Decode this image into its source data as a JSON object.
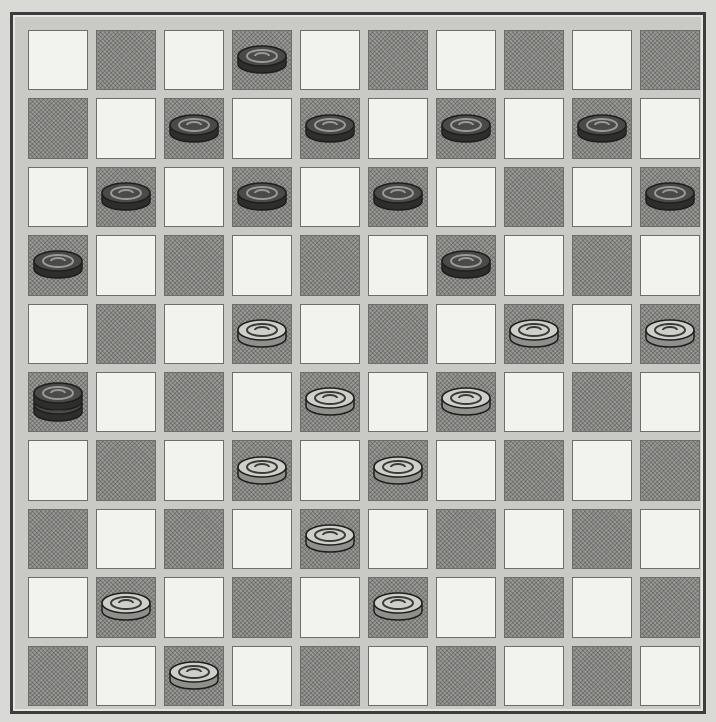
{
  "board": {
    "rows": 10,
    "cols": 10,
    "light_color": "#f2f2ee",
    "dark_color": "#9a9a96",
    "pieces": [
      {
        "row": 0,
        "col": 3,
        "color": "black",
        "icon": "black-checker-icon"
      },
      {
        "row": 1,
        "col": 2,
        "color": "black",
        "icon": "black-checker-icon"
      },
      {
        "row": 1,
        "col": 4,
        "color": "black",
        "icon": "black-checker-icon"
      },
      {
        "row": 1,
        "col": 6,
        "color": "black",
        "icon": "black-checker-icon"
      },
      {
        "row": 1,
        "col": 8,
        "color": "black",
        "icon": "black-checker-icon"
      },
      {
        "row": 2,
        "col": 1,
        "color": "black",
        "icon": "black-checker-icon"
      },
      {
        "row": 2,
        "col": 3,
        "color": "black",
        "icon": "black-checker-icon"
      },
      {
        "row": 2,
        "col": 5,
        "color": "black",
        "icon": "black-checker-icon"
      },
      {
        "row": 2,
        "col": 9,
        "color": "black",
        "icon": "black-checker-icon"
      },
      {
        "row": 3,
        "col": 0,
        "color": "black",
        "icon": "black-checker-icon"
      },
      {
        "row": 3,
        "col": 6,
        "color": "black",
        "icon": "black-checker-icon"
      },
      {
        "row": 4,
        "col": 3,
        "color": "white",
        "icon": "white-checker-icon"
      },
      {
        "row": 4,
        "col": 7,
        "color": "white",
        "icon": "white-checker-icon"
      },
      {
        "row": 4,
        "col": 9,
        "color": "white",
        "icon": "white-checker-icon"
      },
      {
        "row": 5,
        "col": 0,
        "color": "black",
        "king": true,
        "icon": "black-king-icon"
      },
      {
        "row": 5,
        "col": 4,
        "color": "white",
        "icon": "white-checker-icon"
      },
      {
        "row": 5,
        "col": 6,
        "color": "white",
        "icon": "white-checker-icon"
      },
      {
        "row": 6,
        "col": 3,
        "color": "white",
        "icon": "white-checker-icon"
      },
      {
        "row": 6,
        "col": 5,
        "color": "white",
        "icon": "white-checker-icon"
      },
      {
        "row": 7,
        "col": 4,
        "color": "white",
        "icon": "white-checker-icon"
      },
      {
        "row": 8,
        "col": 1,
        "color": "white",
        "icon": "white-checker-icon"
      },
      {
        "row": 8,
        "col": 5,
        "color": "white",
        "icon": "white-checker-icon"
      },
      {
        "row": 9,
        "col": 2,
        "color": "white",
        "icon": "white-checker-icon"
      }
    ]
  }
}
